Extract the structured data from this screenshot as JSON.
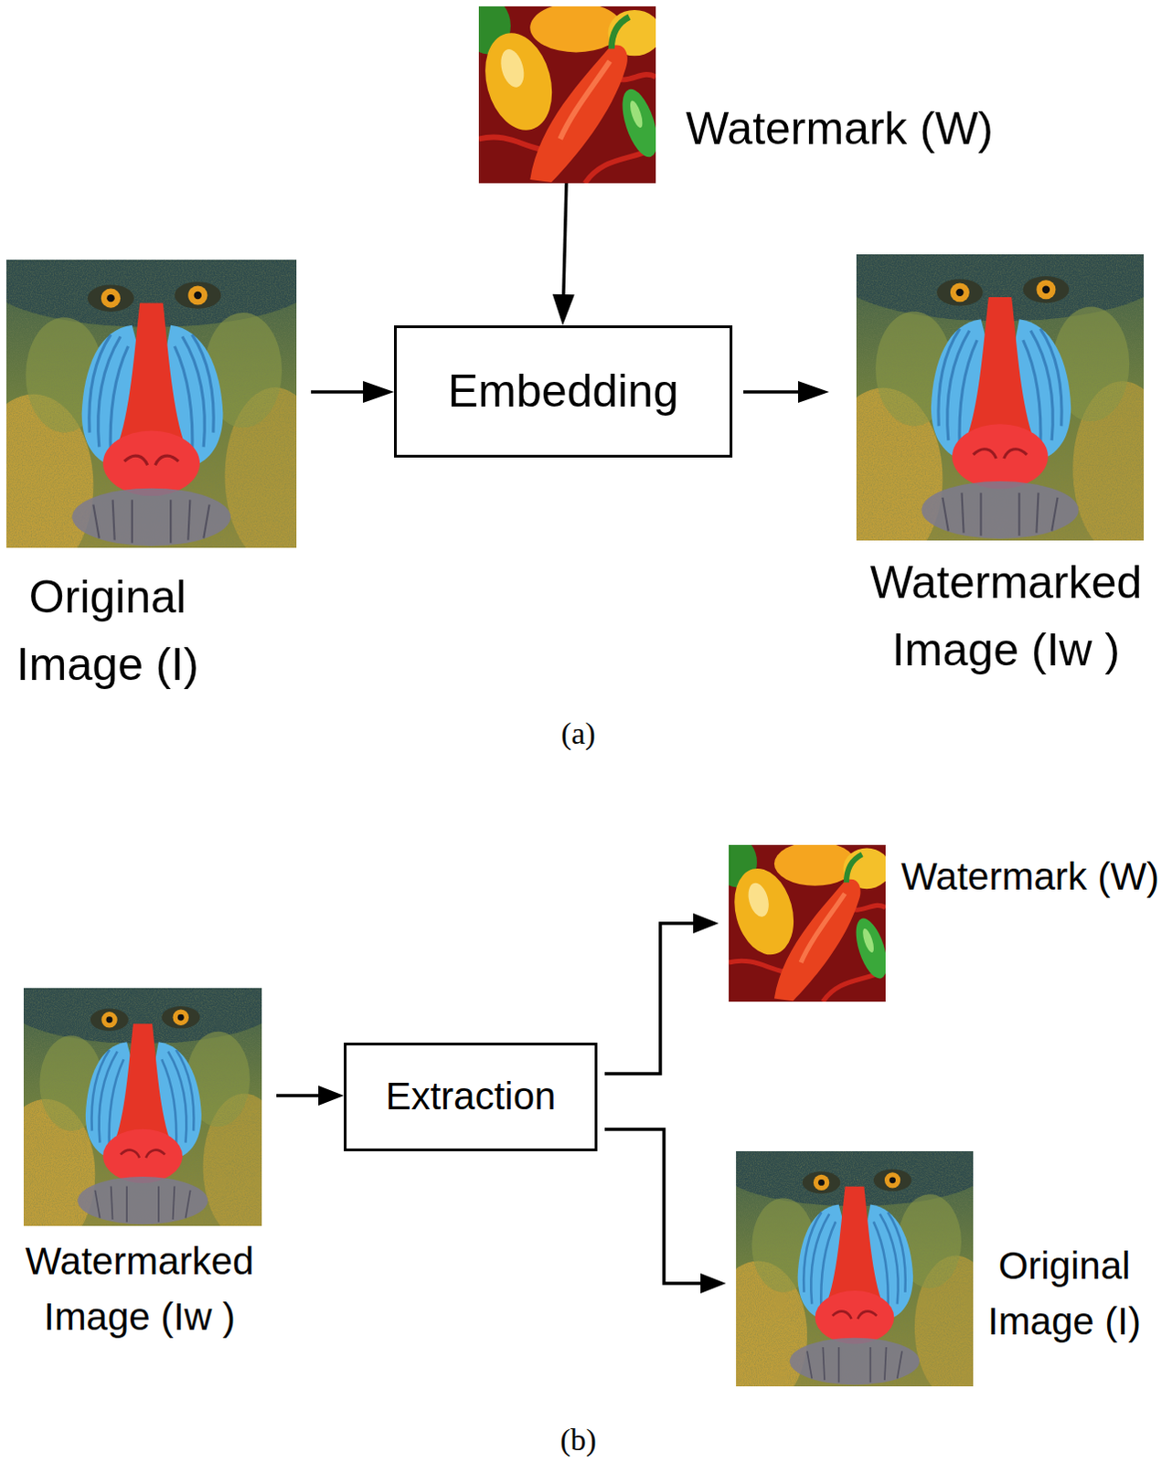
{
  "diagram": {
    "nodes": [
      {
        "text": [
          "Watermark (W)"
        ]
      },
      {
        "text": [
          "Original Image (I)"
        ]
      },
      {
        "text": [
          "Embedding"
        ]
      },
      {
        "text": [
          "Watermarked Image (Iw )"
        ]
      },
      {
        "text": [
          "Watermarked Image (Iw )"
        ]
      },
      {
        "text": [
          "Extraction"
        ]
      },
      {
        "text": [
          "Watermark (W)"
        ]
      },
      {
        "text": [
          "Original Image (I)"
        ]
      }
    ],
    "edges": [
      {
        "from": 0,
        "to": 2,
        "arrow": "to"
      },
      {
        "from": 1,
        "to": 2,
        "arrow": "to"
      },
      {
        "from": 2,
        "to": 3,
        "arrow": "to"
      },
      {
        "from": 4,
        "to": 5,
        "arrow": "to"
      },
      {
        "from": 5,
        "to": 6,
        "arrow": "to"
      },
      {
        "from": 5,
        "to": 7,
        "arrow": "to"
      }
    ],
    "labels": [
      "(a)",
      "(b)"
    ]
  }
}
